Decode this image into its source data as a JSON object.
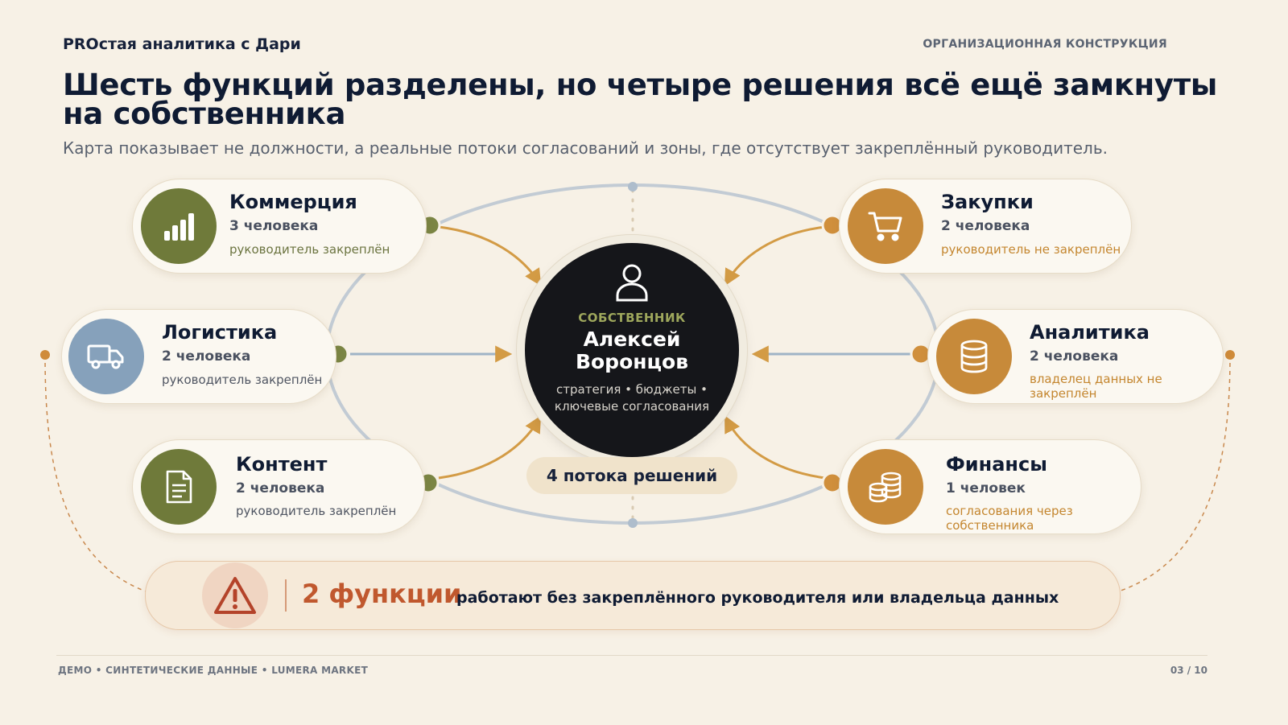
{
  "header": {
    "brand": "PROстая аналитика с Дари",
    "section": "ОРГАНИЗАЦИОННАЯ КОНСТРУКЦИЯ",
    "title": "Шесть функций разделены, но четыре решения всё ещё замкнуты на собственника",
    "subtitle": "Карта показывает не должности, а реальные потоки согласований и зоны, где отсутствует закреплённый руководитель."
  },
  "center": {
    "role": "СОБСТВЕННИК",
    "name": "Алексей Воронцов",
    "scope": "стратегия • бюджеты • ключевые согласования",
    "icon": "person-icon"
  },
  "flows_badge": "4 потока решений",
  "functions": [
    {
      "name": "Коммерция",
      "count": "3 человека",
      "status": "руководитель закреплён",
      "icon": "bar-chart-icon",
      "color": "#6f7a3a",
      "status_color": "#6b7440"
    },
    {
      "name": "Логистика",
      "count": "2 человека",
      "status": "руководитель закреплён",
      "icon": "truck-icon",
      "color": "#86a1bb",
      "status_color": "#4f5562"
    },
    {
      "name": "Контент",
      "count": "2 человека",
      "status": "руководитель закреплён",
      "icon": "document-icon",
      "color": "#6f7a3a",
      "status_color": "#4f5562"
    },
    {
      "name": "Закупки",
      "count": "2 человека",
      "status": "руководитель не закреплён",
      "icon": "cart-icon",
      "color": "#c78a3a",
      "status_color": "#c4862f"
    },
    {
      "name": "Аналитика",
      "count": "2 человека",
      "status": "владелец данных не закреплён",
      "icon": "database-icon",
      "color": "#c78a3a",
      "status_color": "#c4862f"
    },
    {
      "name": "Финансы",
      "count": "1 человек",
      "status": "согласования через собственника",
      "icon": "coins-icon",
      "color": "#c78a3a",
      "status_color": "#c4862f"
    }
  ],
  "alert": {
    "big": "2 функции",
    "text": "работают без закреплённого руководителя или владельца данных",
    "icon": "warning-icon"
  },
  "footer": {
    "left": "ДЕМО • СИНТЕТИЧЕСКИЕ ДАННЫЕ • LUMERA MARKET",
    "page": "03 / 10"
  },
  "colors": {
    "olive": "#6f7a3a",
    "ochre": "#c78a3a",
    "steel": "#86a1bb",
    "alert": "#c0582e",
    "background": "#f7f1e6"
  }
}
